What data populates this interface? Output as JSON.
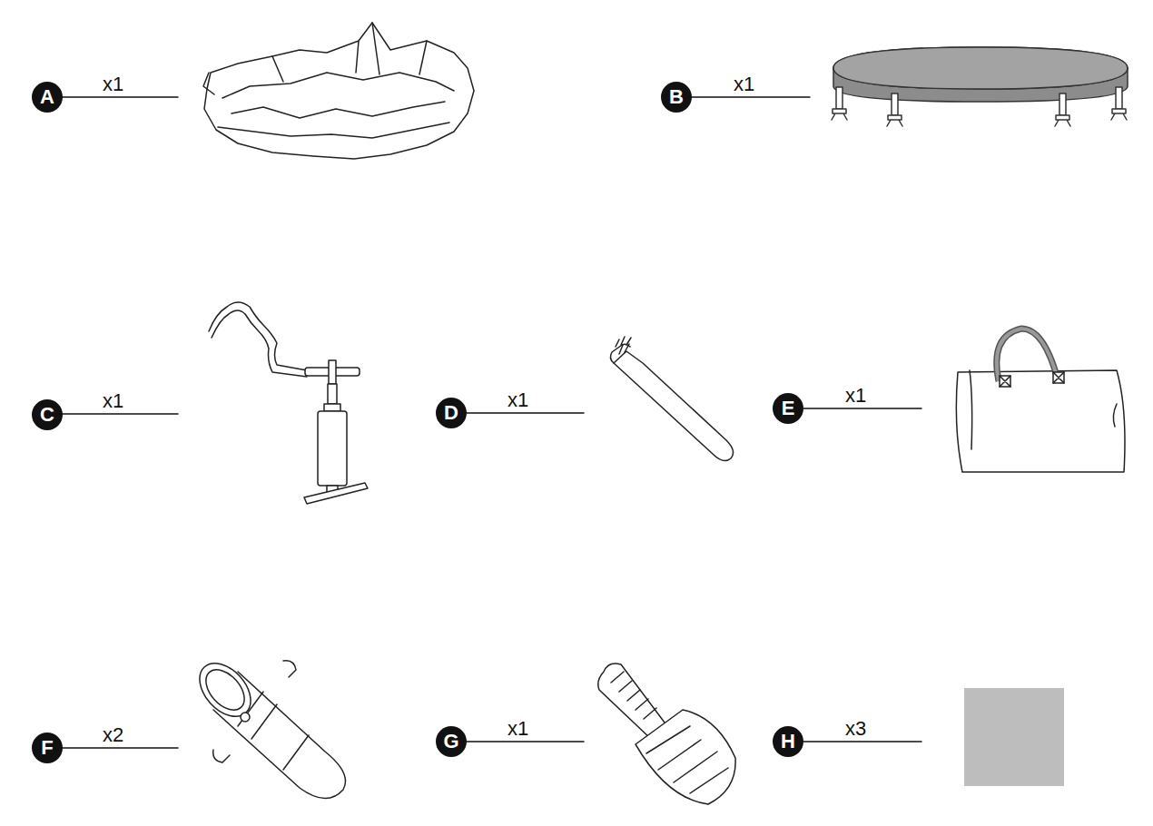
{
  "diagram": {
    "nodes": [
      {
        "text": [
          "A"
        ]
      },
      {
        "text": [
          "B"
        ]
      },
      {
        "text": [
          "C"
        ]
      },
      {
        "text": [
          "D"
        ]
      },
      {
        "text": [
          "E"
        ]
      },
      {
        "text": [
          "F"
        ]
      },
      {
        "text": [
          "G"
        ]
      },
      {
        "text": [
          "H"
        ]
      }
    ],
    "labels": [
      "x1",
      "x1",
      "x1",
      "x1",
      "x1",
      "x2",
      "x1",
      "x3"
    ]
  }
}
